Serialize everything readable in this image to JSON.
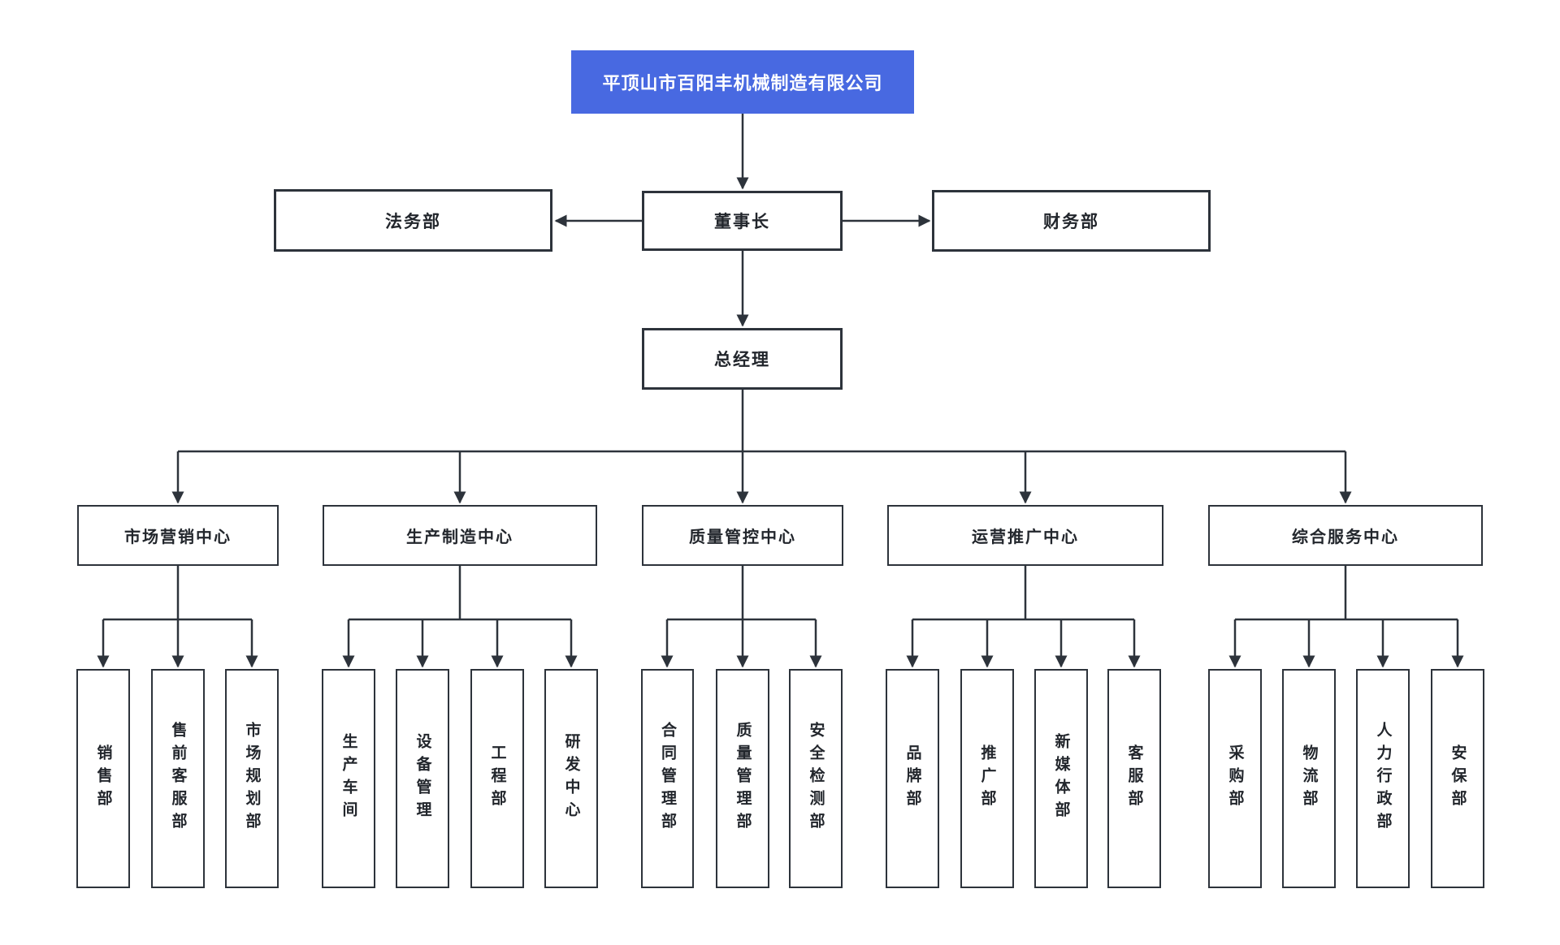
{
  "diagram": {
    "root": {
      "label": "平顶山市百阳丰机械制造有限公司"
    },
    "chairman": {
      "label": "董事长"
    },
    "legal": {
      "label": "法务部"
    },
    "finance": {
      "label": "财务部"
    },
    "general_manager": {
      "label": "总经理"
    },
    "centers": [
      {
        "label": "市场营销中心"
      },
      {
        "label": "生产制造中心"
      },
      {
        "label": "质量管控中心"
      },
      {
        "label": "运营推广中心"
      },
      {
        "label": "综合服务中心"
      }
    ],
    "departments": {
      "marketing": [
        "销售部",
        "售前客服部",
        "市场规划部"
      ],
      "production": [
        "生产车间",
        "设备管理",
        "工程部",
        "研发中心"
      ],
      "quality": [
        "合同管理部",
        "质量管理部",
        "安全检测部"
      ],
      "operations": [
        "品牌部",
        "推广部",
        "新媒体部",
        "客服部"
      ],
      "services": [
        "采购部",
        "物流部",
        "人力行政部",
        "安保部"
      ]
    },
    "colors": {
      "accent": "#4869E1",
      "line": "#2D333B",
      "text": "#22262C",
      "box_bg": "#FFFFFF",
      "page_bg": "#FFFFFF"
    }
  }
}
